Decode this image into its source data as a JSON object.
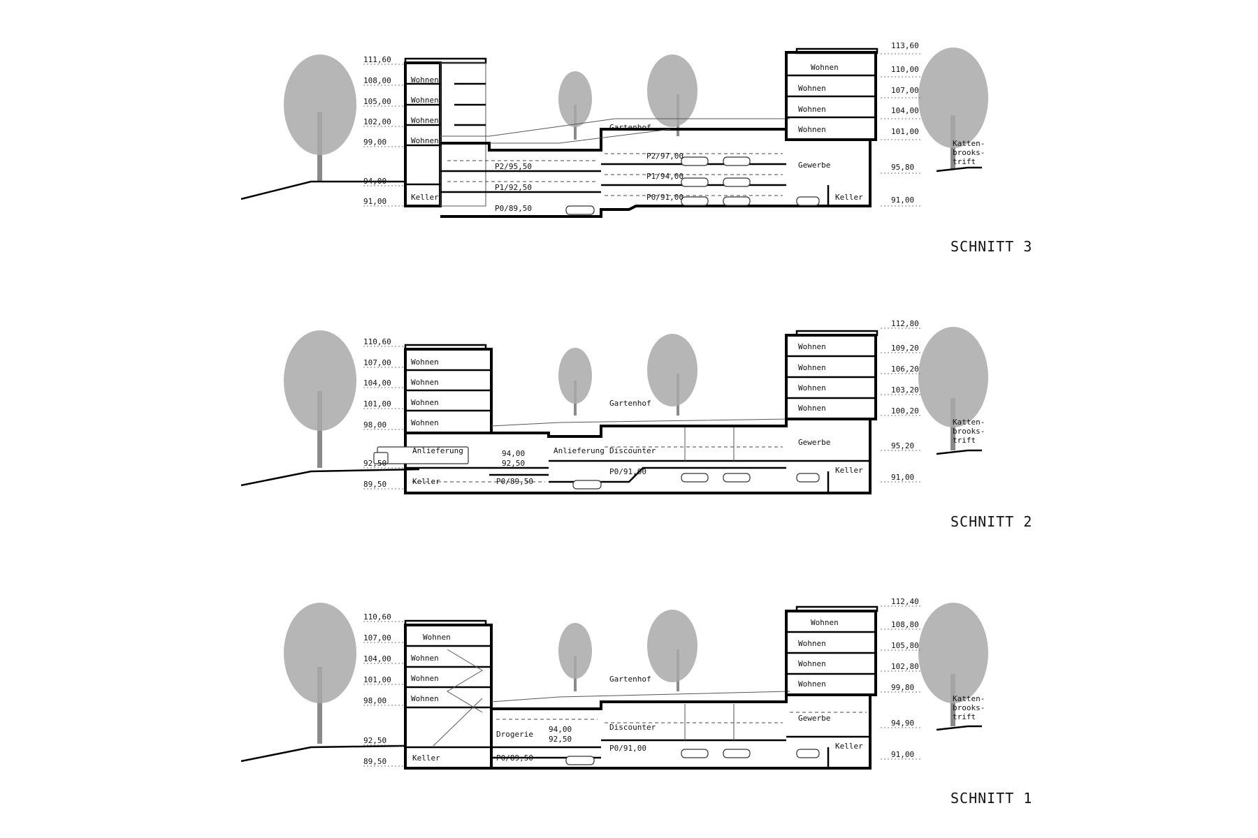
{
  "sections": [
    {
      "title": "SCHNITT 3",
      "levels_left": [
        "111,60",
        "108,00",
        "105,00",
        "102,00",
        "99,00",
        "94,00",
        "91,00"
      ],
      "levels_right": [
        "113,60",
        "110,00",
        "107,00",
        "104,00",
        "101,00",
        "95,80",
        "91,00"
      ],
      "rooms": {
        "left_wohnen": [
          "Wohnen",
          "Wohnen",
          "Wohnen",
          "Wohnen"
        ],
        "left_keller": "Keller",
        "gartenhof": "Gartenhof",
        "parking_left": [
          "P2/95,50",
          "P1/92,50",
          "P0/89,50"
        ],
        "parking_right": [
          "P2/97,00",
          "P1/94,00",
          "P0/91,00"
        ],
        "right_wohnen": [
          "Wohnen",
          "Wohnen",
          "Wohnen",
          "Wohnen"
        ],
        "gewerbe": "Gewerbe",
        "right_keller": "Keller",
        "street": [
          "Katten-",
          "brooks-",
          "trift"
        ]
      }
    },
    {
      "title": "SCHNITT 2",
      "levels_left": [
        "110,60",
        "107,00",
        "104,00",
        "101,00",
        "98,00",
        "92,50",
        "89,50"
      ],
      "levels_right": [
        "112,80",
        "109,20",
        "106,20",
        "103,20",
        "100,20",
        "95,20",
        "91,00"
      ],
      "rooms": {
        "left_wohnen": [
          "Wohnen",
          "Wohnen",
          "Wohnen",
          "Wohnen"
        ],
        "anlieferung_left": "Anlieferung",
        "level_mid_top": "94,00",
        "level_mid_bottom": "92,50",
        "anlieferung_mid": "Anlieferung",
        "discounter": "Discounter",
        "parking_p0_mid": "P0/91,00",
        "parking_p0_left": "P0/89,50",
        "left_keller": "Keller",
        "gartenhof": "Gartenhof",
        "right_wohnen": [
          "Wohnen",
          "Wohnen",
          "Wohnen",
          "Wohnen"
        ],
        "gewerbe": "Gewerbe",
        "right_keller": "Keller",
        "street": [
          "Katten-",
          "brooks-",
          "trift"
        ]
      }
    },
    {
      "title": "SCHNITT 1",
      "levels_left": [
        "110,60",
        "107,00",
        "104,00",
        "101,00",
        "98,00",
        "92,50",
        "89,50"
      ],
      "levels_right": [
        "112,40",
        "108,80",
        "105,80",
        "102,80",
        "99,80",
        "94,90",
        "91,00"
      ],
      "rooms": {
        "left_wohnen": [
          "Wohnen",
          "Wohnen",
          "Wohnen",
          "Wohnen"
        ],
        "drogerie": "Drogerie",
        "level_mid_top": "94,00",
        "level_mid_bottom": "92,50",
        "discounter": "Discounter",
        "parking_p0_mid": "P0/91,00",
        "parking_p0_left": "P0/89,50",
        "left_keller": "Keller",
        "gartenhof": "Gartenhof",
        "right_wohnen": [
          "Wohnen",
          "Wohnen",
          "Wohnen",
          "Wohnen"
        ],
        "gewerbe": "Gewerbe",
        "right_keller": "Keller",
        "street": [
          "Katten-",
          "brooks-",
          "trift"
        ]
      }
    }
  ]
}
